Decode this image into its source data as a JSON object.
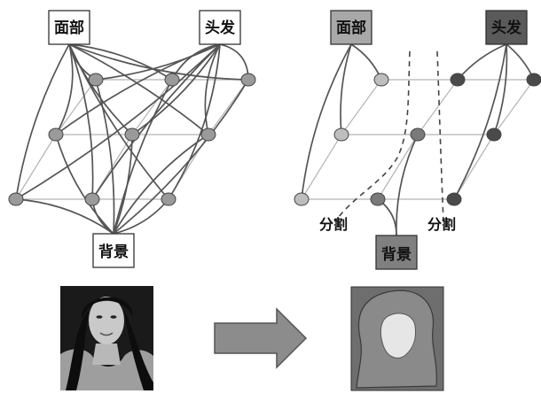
{
  "labels": {
    "face": "面部",
    "hair": "头发",
    "background": "背景",
    "cut": "分割"
  },
  "colors": {
    "grid_line": "#b4b4b4",
    "terminal_edge": "#555555",
    "node_plain": "#9a9a9a",
    "node_face": "#bdbdbd",
    "node_hair": "#4a4a4a",
    "node_bg": "#7a7a7a",
    "box_face": "#a8a8a8",
    "box_hair": "#5a5a5a",
    "box_bg": "#808080",
    "arrow_fill": "#8c8c8c",
    "seg_bg": "#6e6e6e",
    "seg_hair": "#8a8a8a",
    "seg_face": "#e6e6e6"
  },
  "icons": {
    "arrow": "right-arrow-icon"
  }
}
